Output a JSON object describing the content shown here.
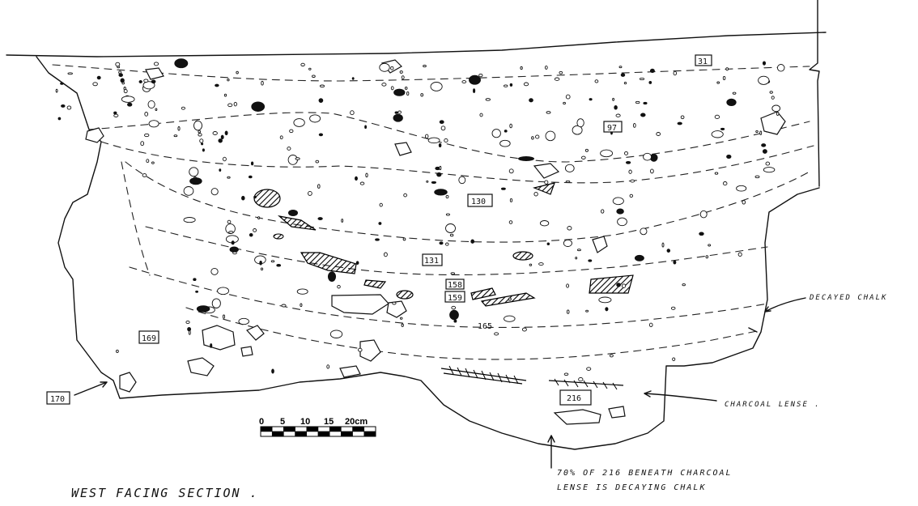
{
  "title": "WEST FACING SECTION .",
  "contexts": [
    {
      "id": "ctx-31",
      "label": "31"
    },
    {
      "id": "ctx-97",
      "label": "97"
    },
    {
      "id": "ctx-130",
      "label": "130"
    },
    {
      "id": "ctx-131",
      "label": "131"
    },
    {
      "id": "ctx-158",
      "label": "158"
    },
    {
      "id": "ctx-159",
      "label": "159"
    },
    {
      "id": "ctx-165",
      "label": "165"
    },
    {
      "id": "ctx-169",
      "label": "169"
    },
    {
      "id": "ctx-170",
      "label": "170"
    },
    {
      "id": "ctx-216",
      "label": "216"
    }
  ],
  "annotations": {
    "decayed_chalk": "DECAYED CHALK",
    "charcoal_lense": "CHARCOAL LENSE .",
    "note_line1": "70% OF 216 BENEATH CHARCOAL",
    "note_line2": "LENSE IS DECAYING CHALK"
  },
  "scale_bar": {
    "ticks": [
      "0",
      "5",
      "10",
      "15",
      "20cm"
    ],
    "colors": [
      "#000000",
      "#ffffff"
    ]
  }
}
